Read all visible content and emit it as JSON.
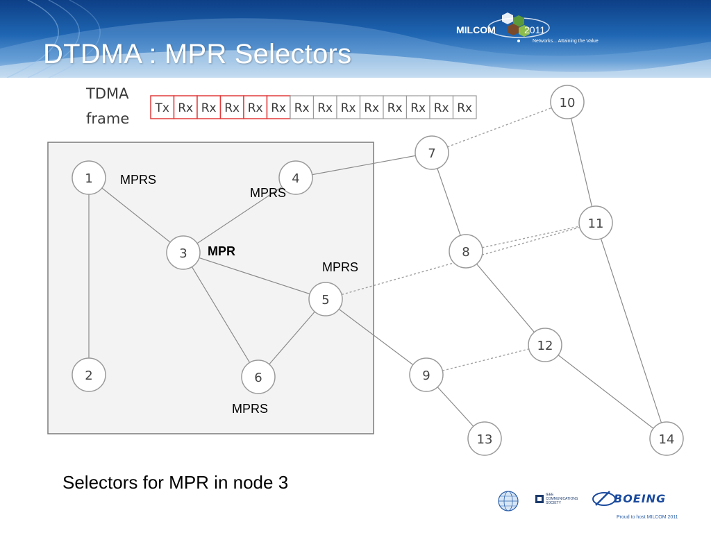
{
  "slide": {
    "title": "DTDMA : MPR Selectors",
    "caption": "Selectors for MPR in node 3"
  },
  "branding": {
    "event_name": "MILCOM",
    "event_year": "2011",
    "tagline": "Networks... Attaining the Value",
    "sponsor_ieee_text": "IEEE COMMUNICATIONS SOCIETY",
    "sponsor_boeing": "BOEING",
    "footer_note": "Proud to host MILCOM 2011",
    "icons": [
      "afcea-globe-icon",
      "ieee-comsoc-icon",
      "boeing-logo-icon"
    ]
  },
  "tdma_frame": {
    "label_line1": "TDMA",
    "label_line2": "frame",
    "slots": [
      "Tx",
      "Rx",
      "Rx",
      "Rx",
      "Rx",
      "Rx",
      "Rx",
      "Rx",
      "Rx",
      "Rx",
      "Rx",
      "Rx",
      "Rx",
      "Rx"
    ],
    "highlight_color": "#e23b3b"
  },
  "diagram": {
    "nodes": [
      "1",
      "2",
      "3",
      "4",
      "5",
      "6",
      "7",
      "8",
      "9",
      "10",
      "11",
      "12",
      "13",
      "14"
    ],
    "annotations": {
      "node1": "MPRS",
      "node4": "MPRS",
      "node3": "MPR",
      "node5": "MPRS",
      "node6": "MPRS"
    },
    "edges_solid": [
      [
        "1",
        "2"
      ],
      [
        "1",
        "3"
      ],
      [
        "3",
        "4"
      ],
      [
        "3",
        "5"
      ],
      [
        "3",
        "6"
      ],
      [
        "5",
        "6"
      ],
      [
        "4",
        "7"
      ],
      [
        "7",
        "8"
      ],
      [
        "8",
        "12"
      ],
      [
        "5",
        "9"
      ],
      [
        "9",
        "13"
      ],
      [
        "10",
        "11"
      ],
      [
        "11",
        "14"
      ],
      [
        "12",
        "14"
      ]
    ],
    "edges_dashed": [
      [
        "7",
        "10"
      ],
      [
        "8",
        "11"
      ],
      [
        "5",
        "11"
      ],
      [
        "9",
        "12"
      ]
    ]
  }
}
